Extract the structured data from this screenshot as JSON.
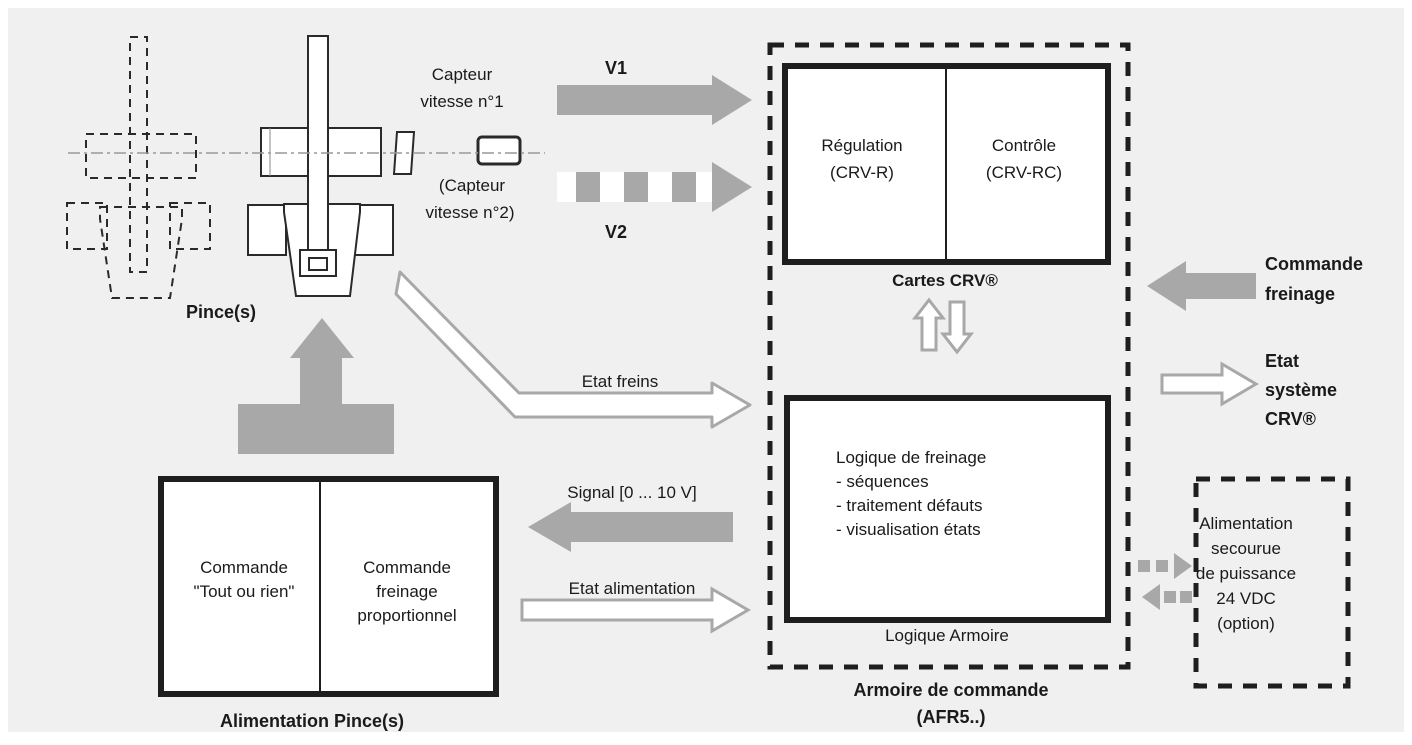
{
  "colors": {
    "background": "#f0f0f0",
    "arrow": "#a8a8a8",
    "box_border": "#1e1e1e",
    "text": "#1a1a1a"
  },
  "pince": {
    "title": "Pince(s)"
  },
  "sensor": {
    "v1_line1": "Capteur",
    "v1_line2": "vitesse n°1",
    "v2_line1": "(Capteur",
    "v2_line2": "vitesse n°2)",
    "v1_label": "V1",
    "v2_label": "V2"
  },
  "crv_cards": {
    "regulation_line1": "Régulation",
    "regulation_line2": "(CRV-R)",
    "controle_line1": "Contrôle",
    "controle_line2": "(CRV-RC)",
    "title": "Cartes CRV®"
  },
  "logic_box": {
    "line1": "Logique de freinage",
    "line2": "- séquences",
    "line3": "- traitement défauts",
    "line4": "- visualisation états",
    "caption": "Logique Armoire"
  },
  "cabinet": {
    "title_line1": "Armoire de commande",
    "title_line2": "(AFR5..)"
  },
  "signals": {
    "etat_freins": "Etat freins",
    "signal": "Signal [0 ... 10 V]",
    "etat_alimentation": "Etat alimentation"
  },
  "external": {
    "commande_line1": "Commande",
    "commande_line2": "freinage",
    "etat_line1": "Etat",
    "etat_line2": "système",
    "etat_line3": "CRV®"
  },
  "power_supply": {
    "left_line1": "Commande",
    "left_line2": "\"Tout ou rien\"",
    "right_line1": "Commande",
    "right_line2": "freinage",
    "right_line3": "proportionnel",
    "title": "Alimentation Pince(s)"
  },
  "backup": {
    "line1": "Alimentation",
    "line2": "secourue",
    "line3": "de puissance",
    "line4": "24 VDC",
    "line5": "(option)"
  }
}
